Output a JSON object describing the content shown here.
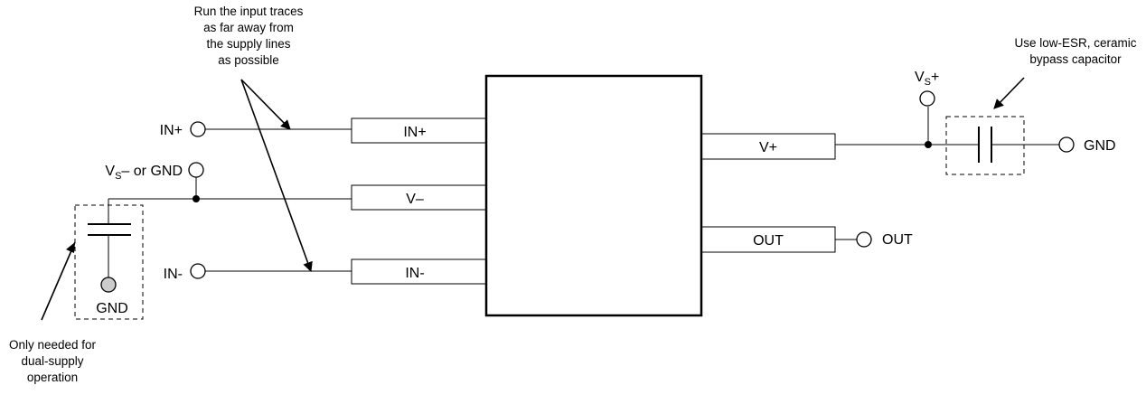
{
  "notes": {
    "input_traces": [
      "Run the input traces",
      "as far away from",
      "the supply lines",
      "as possible"
    ],
    "bypass_cap": [
      "Use low-ESR, ceramic",
      "bypass capacitor"
    ],
    "dual_supply": [
      "Only needed for",
      "dual-supply",
      "operation"
    ]
  },
  "left_terminals": {
    "in_plus": "IN+",
    "vs_minus_or_gnd": {
      "base": "V",
      "sub": "S",
      "rest": "– or GND"
    },
    "in_minus": "IN-",
    "cap_gnd": "GND"
  },
  "ic_pins": {
    "in_plus": "IN+",
    "v_minus": "V–",
    "in_minus": "IN-",
    "v_plus": "V+",
    "out": "OUT"
  },
  "right_terminals": {
    "vs_plus": {
      "base": "V",
      "sub": "S",
      "rest": "+"
    },
    "gnd": "GND",
    "out": "OUT"
  }
}
